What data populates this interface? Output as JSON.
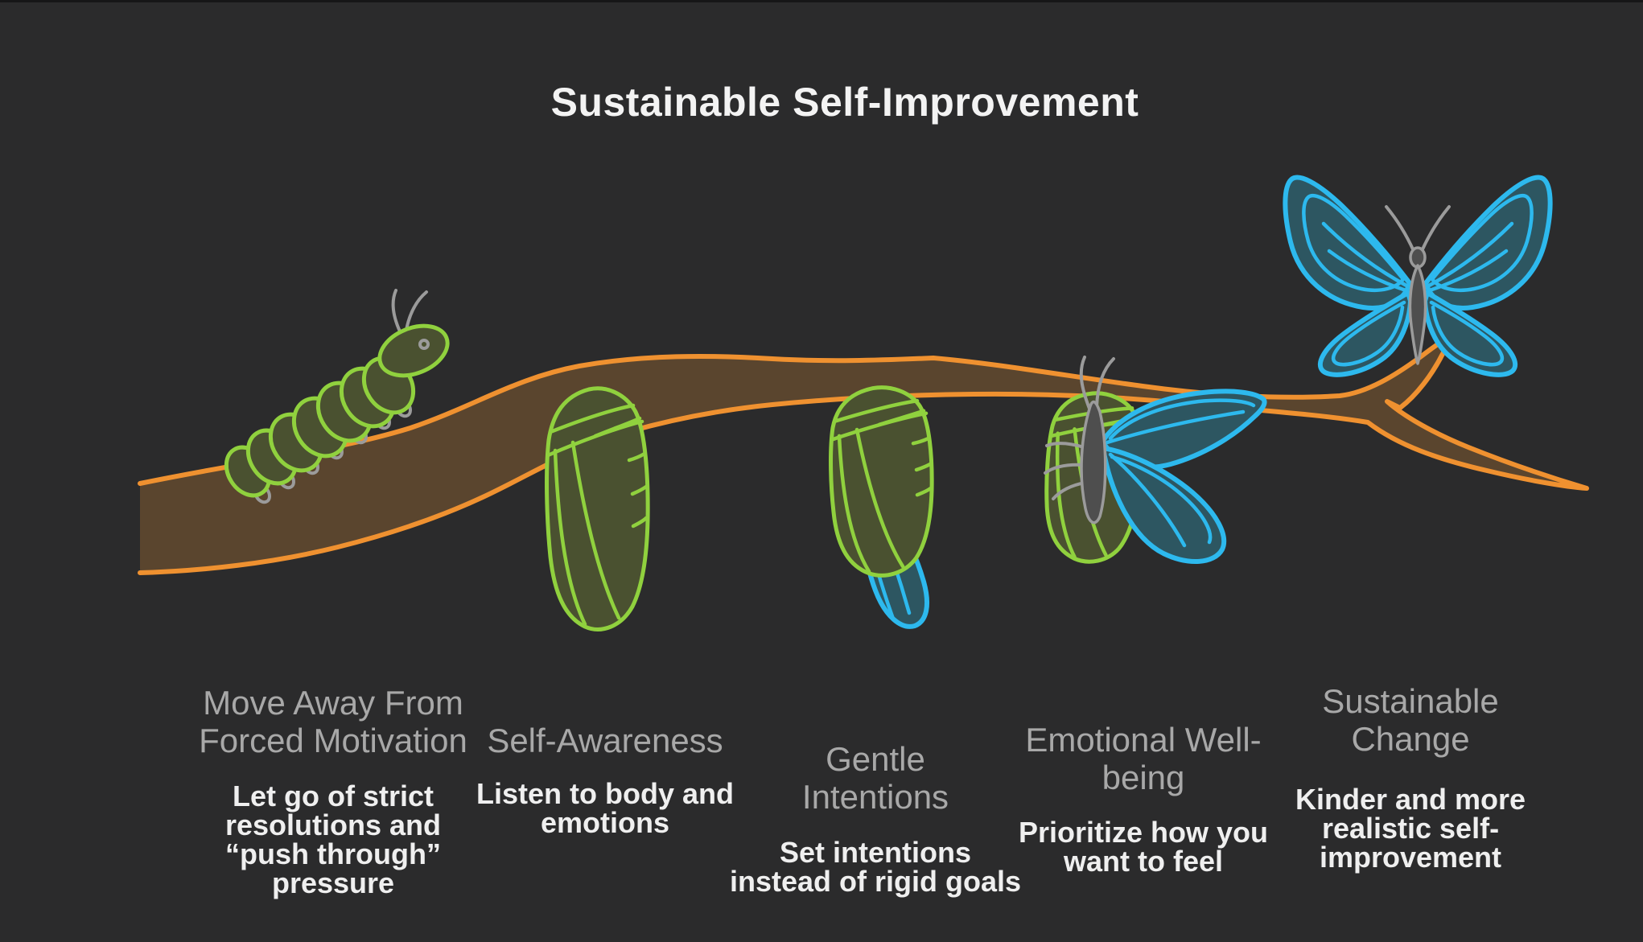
{
  "title": "Sustainable Self-Improvement",
  "colors": {
    "background": "#2b2b2c",
    "branch_fill": "#5a452e",
    "branch_outline": "#ef9130",
    "green": "#90d13e",
    "green_fill": "#4a5130",
    "blue": "#2db9ee",
    "blue_fill": "#2d5661",
    "gray": "#9b9b9b",
    "title_text": "#f3f3f3",
    "heading_text": "#a8a8a8",
    "description_text": "#efefef"
  },
  "stages": [
    {
      "icon": "caterpillar-icon",
      "heading": "Move Away From\nForced Motivation",
      "description": "Let go of strict\nresolutions and\n“push through”\npressure"
    },
    {
      "icon": "chrysalis-icon",
      "heading": "Self-Awareness",
      "description": "Listen to body and\nemotions"
    },
    {
      "icon": "chrysalis-wing-emerging-icon",
      "heading": "Gentle\nIntentions",
      "description": "Set intentions\ninstead of rigid goals"
    },
    {
      "icon": "butterfly-emerging-icon",
      "heading": "Emotional Well-\nbeing",
      "description": "Prioritize how you\nwant to feel"
    },
    {
      "icon": "butterfly-icon",
      "heading": "Sustainable\nChange",
      "description": "Kinder and more\nrealistic self-\nimprovement"
    }
  ]
}
